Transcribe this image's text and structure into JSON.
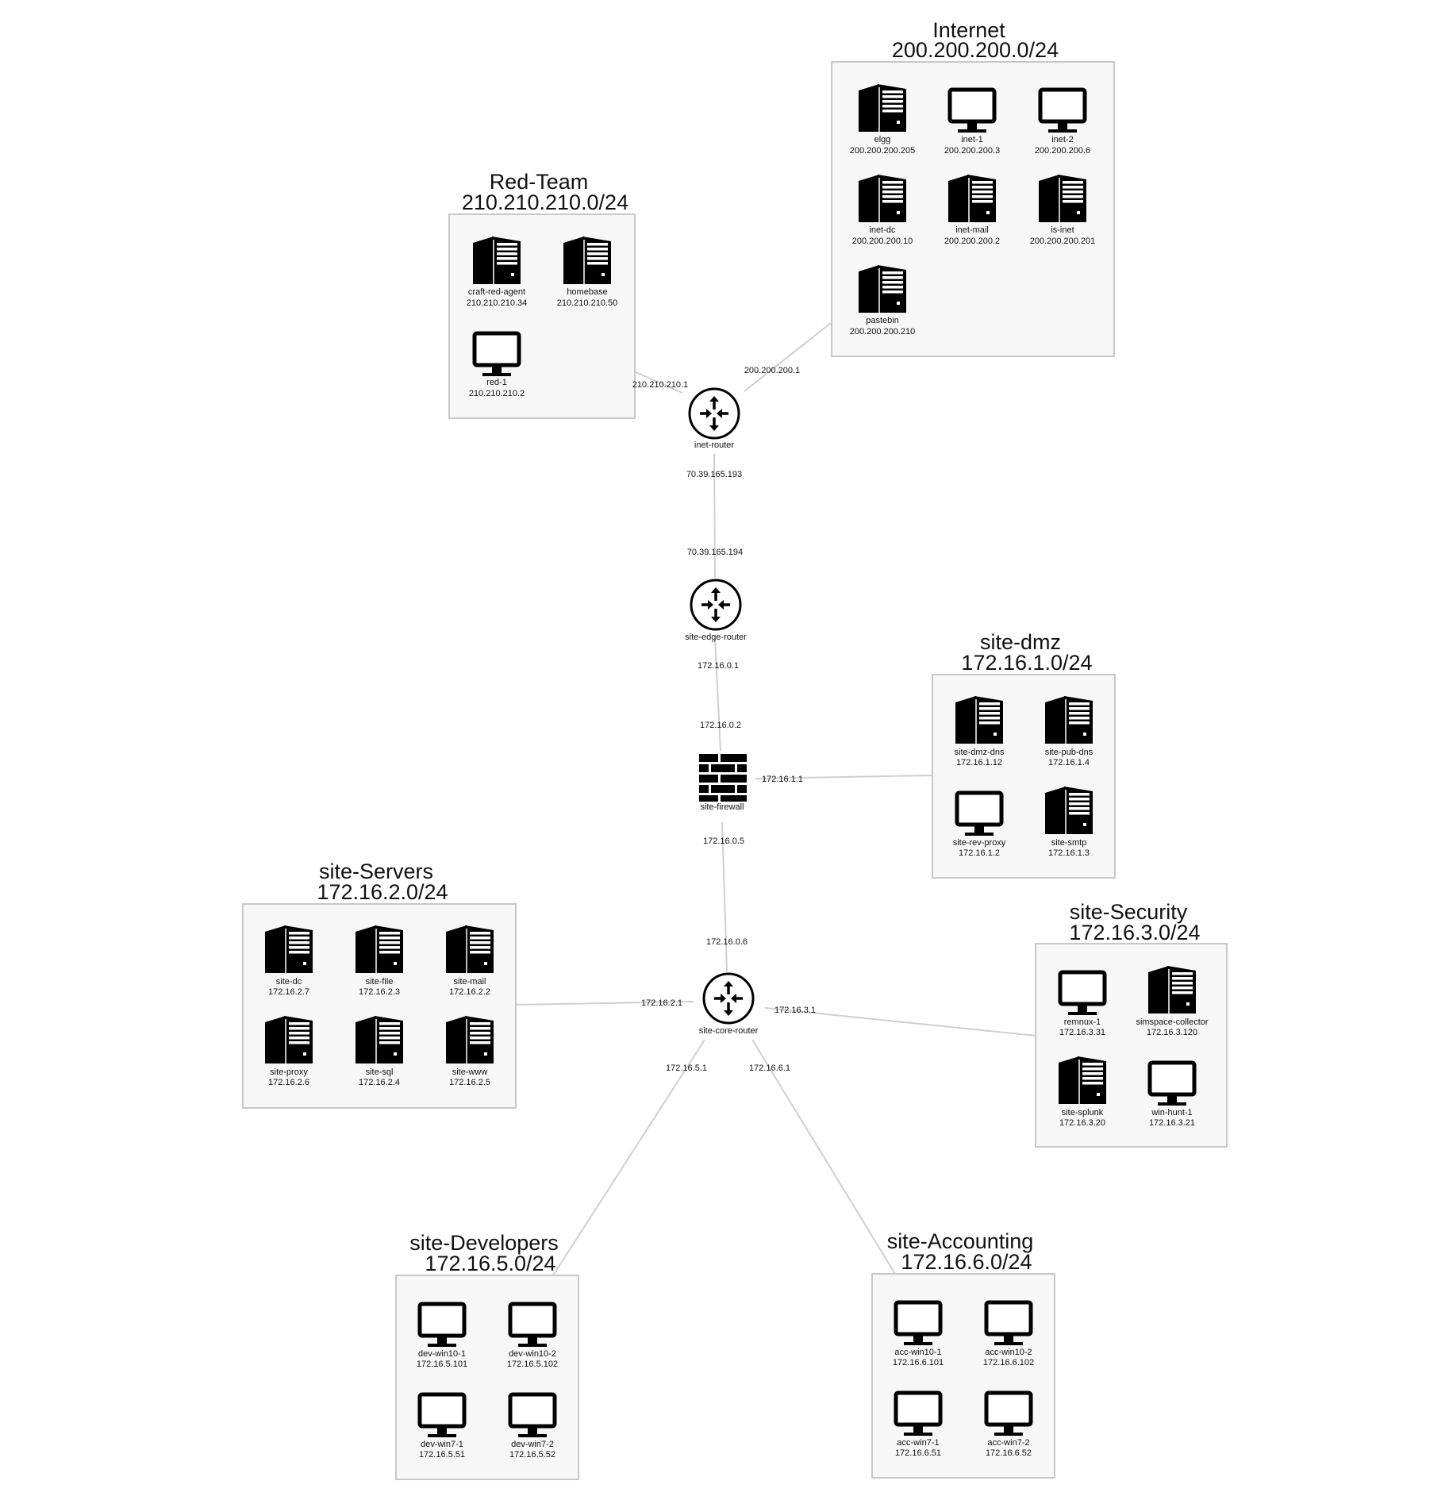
{
  "networks": [
    {
      "name": "Internet",
      "cidr": "200.200.200.0/24",
      "hosts": [
        {
          "name": "elgg",
          "ip": "200.200.200.205",
          "kind": "server-icon"
        },
        {
          "name": "inet-1",
          "ip": "200.200.200.3",
          "kind": "monitor-icon"
        },
        {
          "name": "inet-2",
          "ip": "200.200.200.6",
          "kind": "monitor-icon"
        },
        {
          "name": "inet-dc",
          "ip": "200.200.200.10",
          "kind": "server-icon"
        },
        {
          "name": "inet-mail",
          "ip": "200.200.200.2",
          "kind": "server-icon"
        },
        {
          "name": "is-inet",
          "ip": "200.200.200.201",
          "kind": "server-icon"
        },
        {
          "name": "pastebin",
          "ip": "200.200.200.210",
          "kind": "server-icon"
        }
      ]
    },
    {
      "name": "Red-Team",
      "cidr": "210.210.210.0/24",
      "hosts": [
        {
          "name": "craft-red-agent",
          "ip": "210.210.210.34",
          "kind": "server-icon"
        },
        {
          "name": "homebase",
          "ip": "210.210.210.50",
          "kind": "server-icon"
        },
        {
          "name": "red-1",
          "ip": "210.210.210.2",
          "kind": "monitor-icon"
        }
      ]
    },
    {
      "name": "site-dmz",
      "cidr": "172.16.1.0/24",
      "hosts": [
        {
          "name": "site-dmz-dns",
          "ip": "172.16.1.12",
          "kind": "server-icon"
        },
        {
          "name": "site-pub-dns",
          "ip": "172.16.1.4",
          "kind": "server-icon"
        },
        {
          "name": "site-rev-proxy",
          "ip": "172.16.1.2",
          "kind": "monitor-icon"
        },
        {
          "name": "site-smtp",
          "ip": "172.16.1.3",
          "kind": "server-icon"
        }
      ]
    },
    {
      "name": "site-Servers",
      "cidr": "172.16.2.0/24",
      "hosts": [
        {
          "name": "site-dc",
          "ip": "172.16.2.7",
          "kind": "server-icon"
        },
        {
          "name": "site-file",
          "ip": "172.16.2.3",
          "kind": "server-icon"
        },
        {
          "name": "site-mail",
          "ip": "172.16.2.2",
          "kind": "server-icon"
        },
        {
          "name": "site-proxy",
          "ip": "172.16.2.6",
          "kind": "server-icon"
        },
        {
          "name": "site-sql",
          "ip": "172.16.2.4",
          "kind": "server-icon"
        },
        {
          "name": "site-www",
          "ip": "172.16.2.5",
          "kind": "server-icon"
        }
      ]
    },
    {
      "name": "site-Security",
      "cidr": "172.16.3.0/24",
      "hosts": [
        {
          "name": "remnux-1",
          "ip": "172.16.3.31",
          "kind": "monitor-icon"
        },
        {
          "name": "simspace-collector",
          "ip": "172.16.3.120",
          "kind": "server-icon"
        },
        {
          "name": "site-splunk",
          "ip": "172.16.3.20",
          "kind": "server-icon"
        },
        {
          "name": "win-hunt-1",
          "ip": "172.16.3.21",
          "kind": "monitor-icon"
        }
      ]
    },
    {
      "name": "site-Developers",
      "cidr": "172.16.5.0/24",
      "hosts": [
        {
          "name": "dev-win10-1",
          "ip": "172.16.5.101",
          "kind": "monitor-icon"
        },
        {
          "name": "dev-win10-2",
          "ip": "172.16.5.102",
          "kind": "monitor-icon"
        },
        {
          "name": "dev-win7-1",
          "ip": "172.16.5.51",
          "kind": "monitor-icon"
        },
        {
          "name": "dev-win7-2",
          "ip": "172.16.5.52",
          "kind": "monitor-icon"
        }
      ]
    },
    {
      "name": "site-Accounting",
      "cidr": "172.16.6.0/24",
      "hosts": [
        {
          "name": "acc-win10-1",
          "ip": "172.16.6.101",
          "kind": "monitor-icon"
        },
        {
          "name": "acc-win10-2",
          "ip": "172.16.6.102",
          "kind": "monitor-icon"
        },
        {
          "name": "acc-win7-1",
          "ip": "172.16.6.51",
          "kind": "monitor-icon"
        },
        {
          "name": "acc-win7-2",
          "ip": "172.16.6.52",
          "kind": "monitor-icon"
        }
      ]
    }
  ],
  "devices": [
    {
      "name": "inet-router",
      "kind": "router-icon"
    },
    {
      "name": "site-edge-router",
      "kind": "router-icon"
    },
    {
      "name": "site-firewall",
      "kind": "firewall-icon"
    },
    {
      "name": "site-core-router",
      "kind": "router-icon"
    }
  ],
  "interfaces": [
    "210.210.210.1",
    "200.200.200.1",
    "70.39.165.193",
    "70.39.165.194",
    "172.16.0.1",
    "172.16.0.2",
    "172.16.1.1",
    "172.16.0.5",
    "172.16.0.6",
    "172.16.2.1",
    "172.16.3.1",
    "172.16.5.1",
    "172.16.6.1"
  ]
}
